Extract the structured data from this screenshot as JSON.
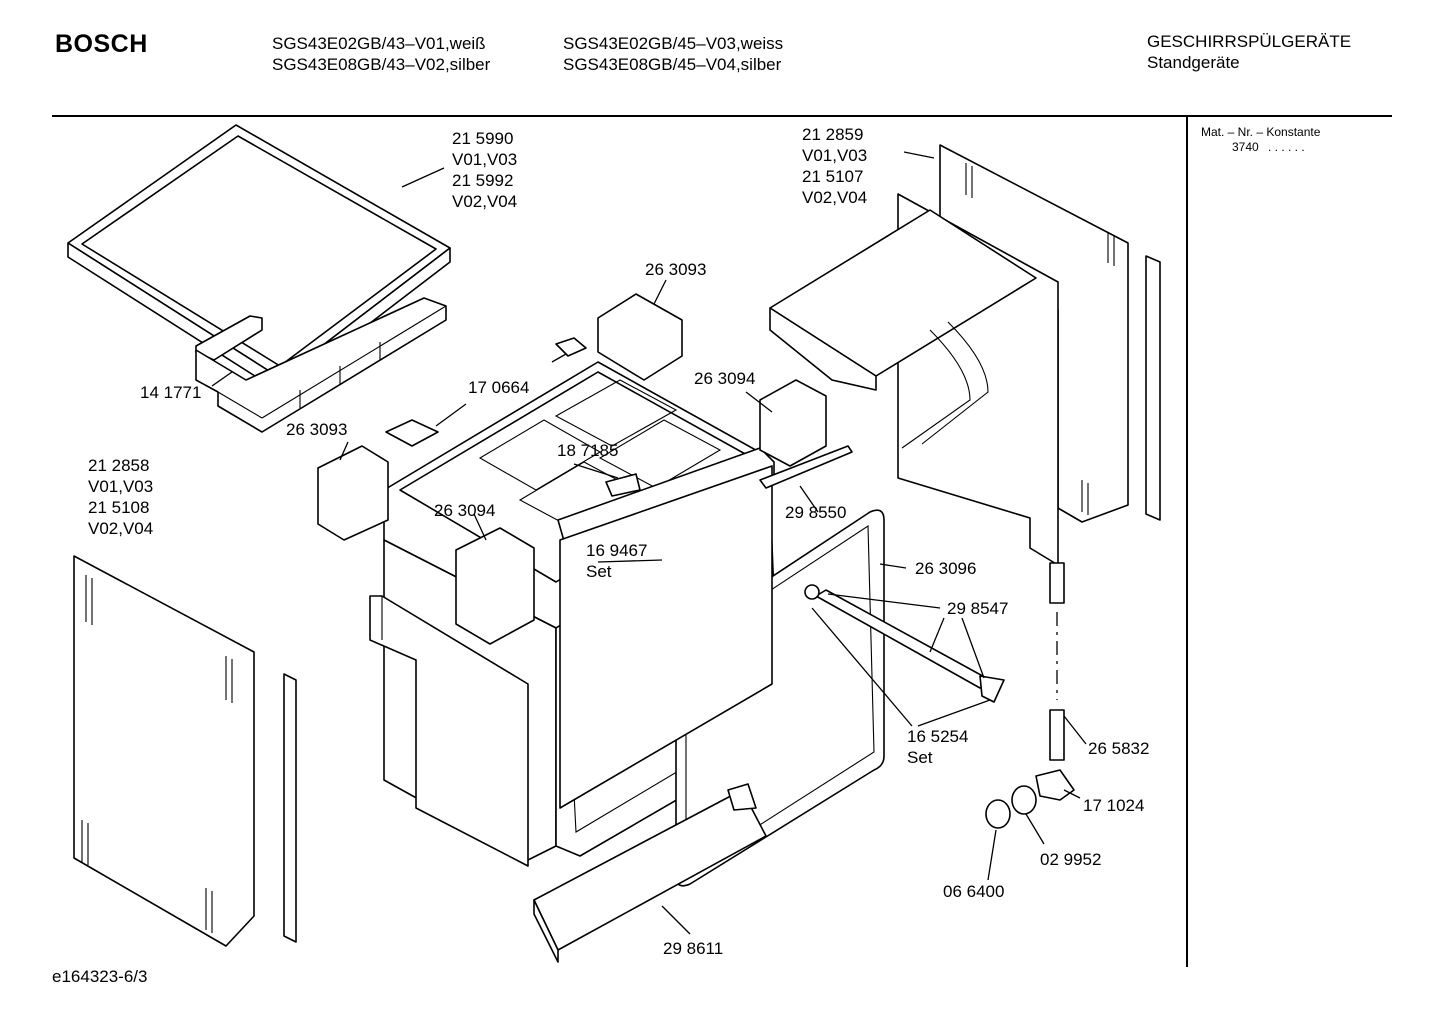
{
  "header": {
    "brand": "BOSCH",
    "models_left": [
      "SGS43E02GB/43–V01,weiß",
      "SGS43E08GB/43–V02,silber"
    ],
    "models_right": [
      "SGS43E02GB/45–V03,weiss",
      "SGS43E08GB/45–V04,silber"
    ],
    "category": [
      "GESCHIRRSPÜLGERÄTE",
      "Standgeräte"
    ]
  },
  "sidebar": {
    "mat_title": "Mat. – Nr. – Konstante",
    "mat_value": "3740",
    "mat_dots": ". . . . . ."
  },
  "labels": {
    "top_panel": [
      "21 5990",
      "V01,V03",
      "21 5992",
      "V02,V04"
    ],
    "side_panel_right": [
      "21 2859",
      "V01,V03",
      "21 5107",
      "V02,V04"
    ],
    "side_panel_left": [
      "21 2858",
      "V01,V03",
      "21 5108",
      "V02,V04"
    ],
    "p141771": "14 1771",
    "p170664": "17 0664",
    "p263093_top": "26 3093",
    "p263093_left": "26 3093",
    "p263094_right": "26 3094",
    "p263094_left": "26 3094",
    "p187185": "18 7185",
    "p169467": [
      "16 9467",
      "Set"
    ],
    "p298550": "29 8550",
    "p263096": "26 3096",
    "p298547": "29 8547",
    "p165254": [
      "16 5254",
      "Set"
    ],
    "p265832": "26 5832",
    "p171024": "17 1024",
    "p029952": "02 9952",
    "p066400": "06 6400",
    "p298611": "29 8611"
  },
  "footer": {
    "code": "e164323-6/3"
  }
}
